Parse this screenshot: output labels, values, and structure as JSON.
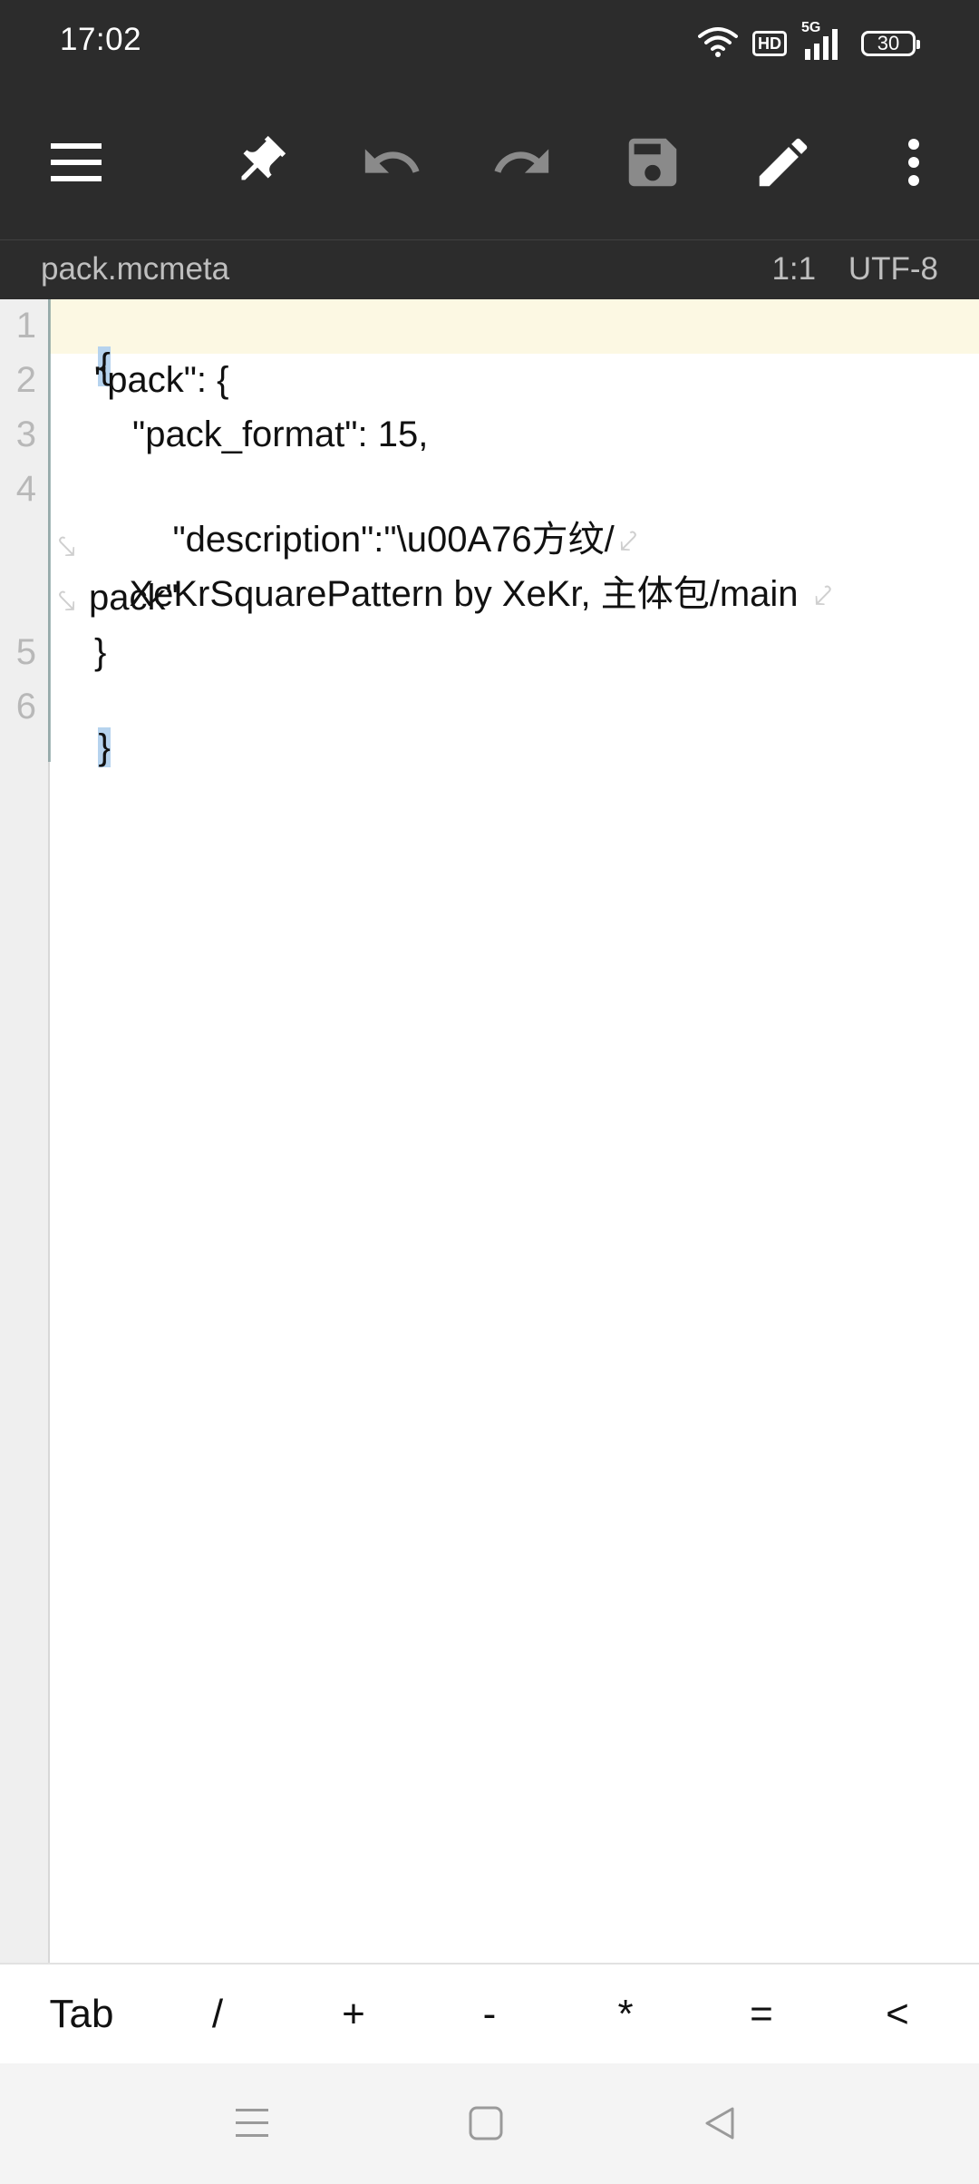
{
  "status_bar": {
    "time": "17:02",
    "hd_label": "HD",
    "network_label": "5G",
    "battery_level": "30"
  },
  "toolbar": {
    "icons": [
      "menu-icon",
      "pin-icon",
      "undo-icon",
      "redo-icon",
      "save-icon",
      "edit-icon",
      "more-vert-icon"
    ]
  },
  "file": {
    "name": "pack.mcmeta",
    "cursor_position": "1:1",
    "encoding": "UTF-8"
  },
  "editor": {
    "line_numbers": [
      "1",
      "2",
      "3",
      "4",
      "5",
      "6"
    ],
    "lines": {
      "l1": "{",
      "l2": "\"pack\": {",
      "l3": "\"pack_format\": 15,",
      "l4a": "\"description\":\"\\u00A76方纹/",
      "l4b": "XeKrSquarePattern by XeKr, 主体包/main",
      "l4c": "pack\"",
      "l5": "}",
      "l6": "}"
    },
    "wrap_marker_end": "⤦",
    "wrap_marker_start": "⤥"
  },
  "symbol_bar": {
    "keys": [
      "Tab",
      "/",
      "+",
      "-",
      "*",
      "=",
      "<"
    ]
  },
  "nav_bar": {
    "icons": [
      "recents-icon",
      "home-icon",
      "back-icon"
    ]
  },
  "colors": {
    "toolbar_bg": "#2c2c2c",
    "current_line_bg": "#fcf8e3",
    "bracket_highlight": "#b6d3ee",
    "gutter_bg": "#efefef"
  }
}
